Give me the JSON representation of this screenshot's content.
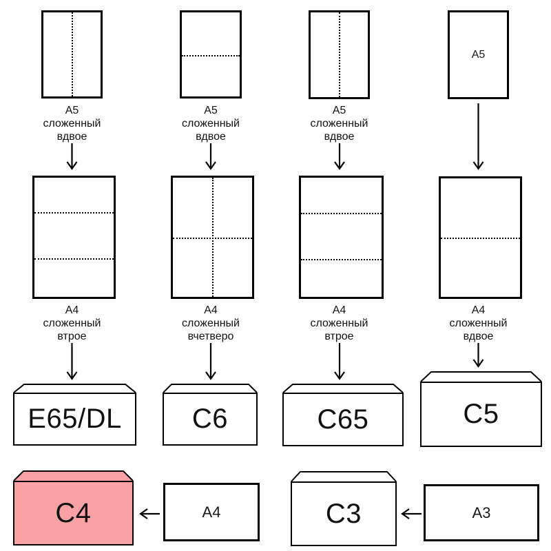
{
  "colors": {
    "background": "#ffffff",
    "line": "#000000",
    "highlight_envelope": "#f9a1a5"
  },
  "columns": [
    {
      "top_caption": [
        "A5",
        "сложенный",
        "вдвое"
      ],
      "mid_caption": [
        "A4",
        "сложенный",
        "втрое"
      ],
      "envelope_label": "E65/DL"
    },
    {
      "top_caption": [
        "A5",
        "сложенный",
        "вдвое"
      ],
      "mid_caption": [
        "A4",
        "сложенный",
        "вчетверо"
      ],
      "envelope_label": "C6"
    },
    {
      "top_caption": [
        "A5",
        "сложенный",
        "вдвое"
      ],
      "mid_caption": [
        "A4",
        "сложенный",
        "втрое"
      ],
      "envelope_label": "C65"
    },
    {
      "top_paper_label": "A5",
      "mid_caption": [
        "A4",
        "сложенный",
        "вдвое"
      ],
      "envelope_label": "C5"
    }
  ],
  "bottom_row": {
    "c4_label": "C4",
    "a4_label": "A4",
    "c3_label": "C3",
    "a3_label": "A3"
  }
}
